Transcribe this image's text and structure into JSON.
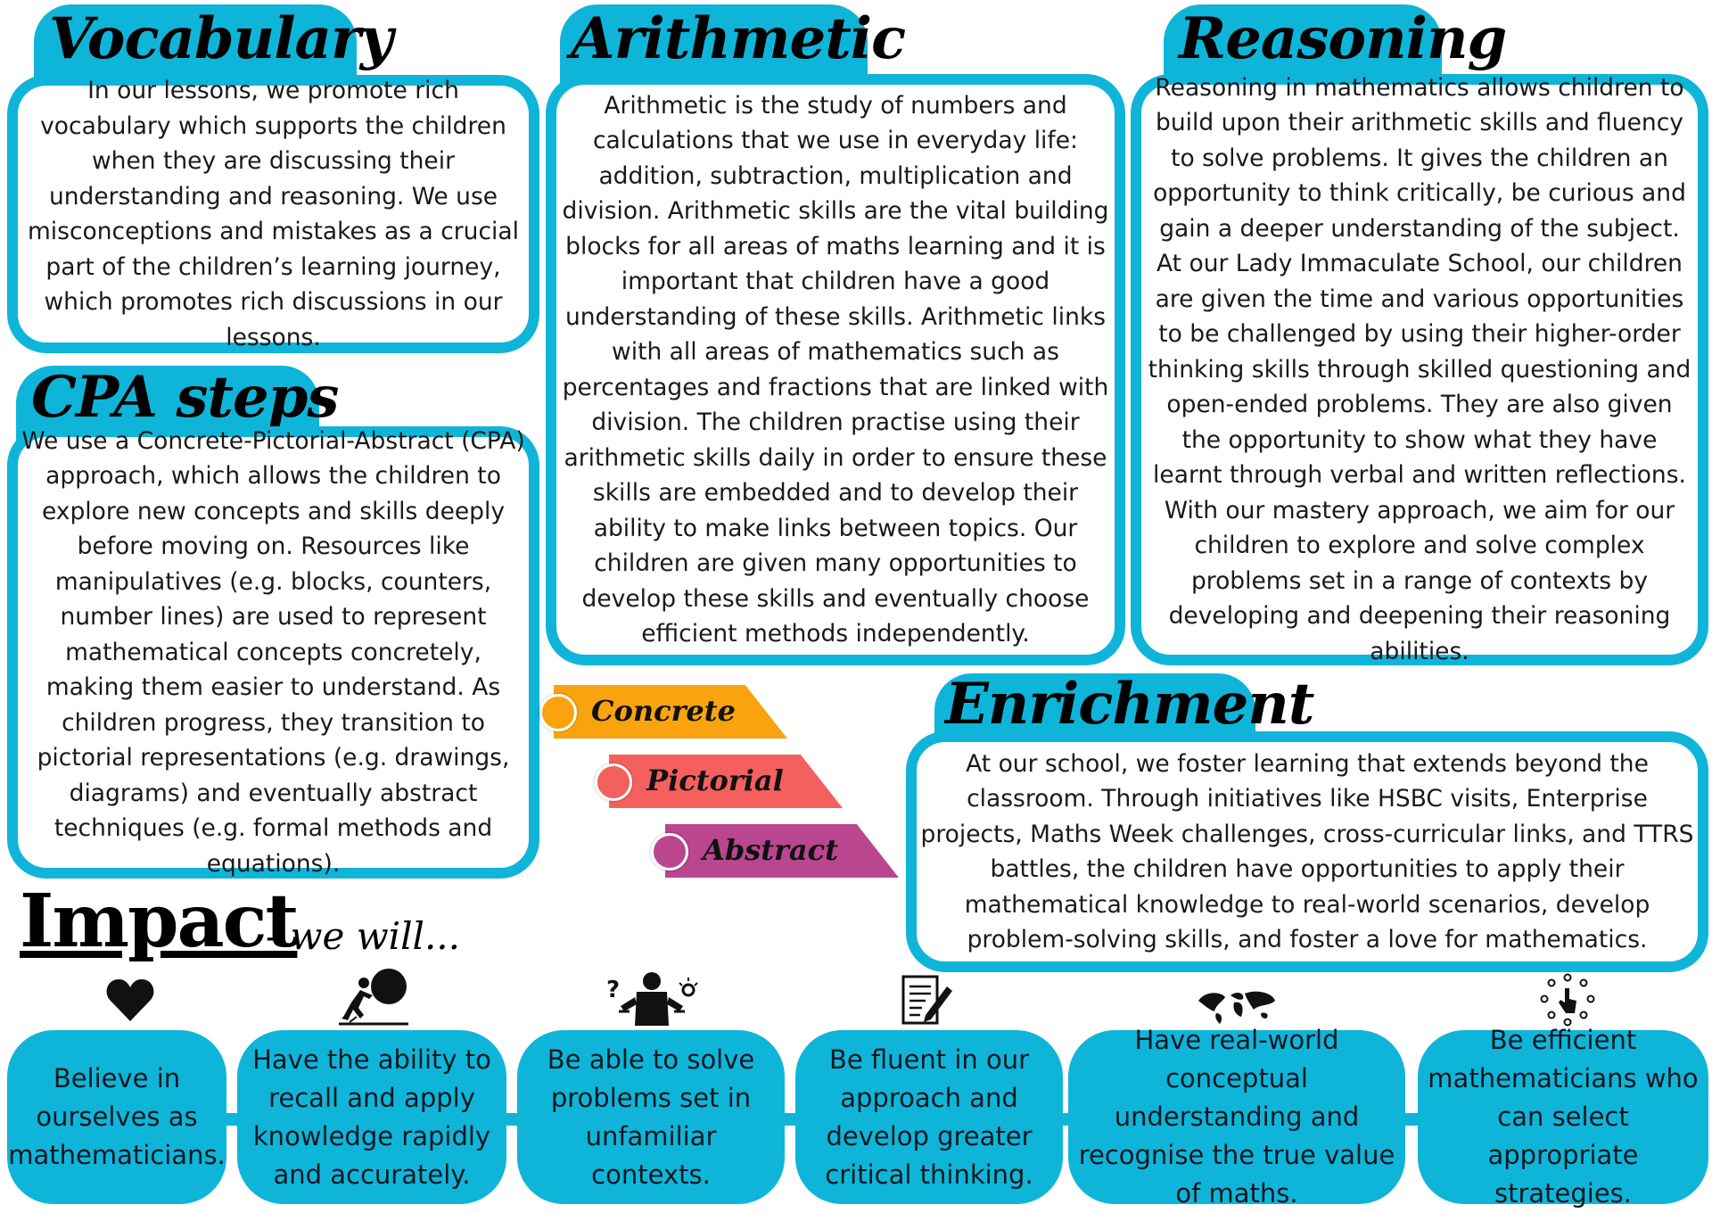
{
  "sections": {
    "vocabulary": {
      "title": "Vocabulary",
      "text": "In our lessons, we promote rich vocabulary which supports the children when they are discussing their understanding and reasoning. We use misconceptions and mistakes as a crucial part of the children’s learning journey, which promotes rich discussions in our lessons."
    },
    "arithmetic": {
      "title": "Arithmetic",
      "text": "Arithmetic is the study of numbers and calculations that we use in everyday life: addition, subtraction, multiplication and division. Arithmetic skills are the vital building blocks for all areas of maths learning and it is important that children have a good understanding of these skills. Arithmetic links with all areas of mathematics such as percentages and fractions that are linked with division. The children practise using their arithmetic skills daily in order to ensure these skills are embedded and to develop their ability to make links between topics. Our children are given many opportunities to develop these skills and eventually choose efficient methods independently."
    },
    "reasoning": {
      "title": "Reasoning",
      "text": "Reasoning in mathematics allows children to build upon their arithmetic skills and fluency to solve problems. It gives the children an opportunity to think critically, be curious and gain a deeper understanding of the subject. At our Lady Immaculate School, our children are given the time and various opportunities to be challenged by using their higher-order thinking skills through skilled questioning and open-ended problems. They are also given the opportunity to show what they have learnt through verbal and written reflections. With our mastery approach, we aim for our children to explore and solve complex problems set in a range of contexts by developing and deepening their reasoning abilities."
    },
    "cpa": {
      "title": "CPA steps",
      "text": "We use a Concrete-Pictorial-Abstract (CPA) approach, which allows the children to explore new concepts and skills deeply before moving on. Resources like manipulatives (e.g. blocks, counters, number lines) are used to represent mathematical concepts concretely, making them easier to understand. As children progress, they transition to pictorial representations (e.g. drawings, diagrams) and eventually abstract techniques (e.g. formal methods and equations).",
      "steps": [
        {
          "label": "Concrete",
          "color": "#f9a40f",
          "dot": "#f9a40f"
        },
        {
          "label": "Pictorial",
          "color": "#f4605d",
          "dot": "#f4605d"
        },
        {
          "label": "Abstract",
          "color": "#b9468f",
          "dot": "#b9468f"
        }
      ]
    },
    "enrichment": {
      "title": "Enrichment",
      "text": "At our school, we foster learning that extends beyond the classroom. Through initiatives like HSBC visits, Enterprise projects, Maths Week challenges, cross-curricular links, and TTRS battles, the children have opportunities to apply their mathematical knowledge to real-world scenarios, develop problem-solving skills, and foster a love for mathematics."
    }
  },
  "impact": {
    "title": "Impact",
    "subtitle": "- we will...",
    "items": [
      {
        "text": "Believe in ourselves as mathematicians.",
        "icon": "heart-icon"
      },
      {
        "text": "Have the ability to recall and apply knowledge rapidly and accurately.",
        "icon": "boulder-push-icon"
      },
      {
        "text": "Be able to solve problems set in unfamiliar contexts.",
        "icon": "problem-solving-person-icon"
      },
      {
        "text": "Be fluent in our approach and develop greater critical thinking.",
        "icon": "document-pen-icon"
      },
      {
        "text": "Have real-world conceptual understanding and recognise the true value of maths.",
        "icon": "world-map-icon"
      },
      {
        "text": "Be efficient mathematicians who can select appropriate strategies.",
        "icon": "tap-select-icon"
      }
    ]
  },
  "colors": {
    "accent": "#0fb5d9"
  }
}
